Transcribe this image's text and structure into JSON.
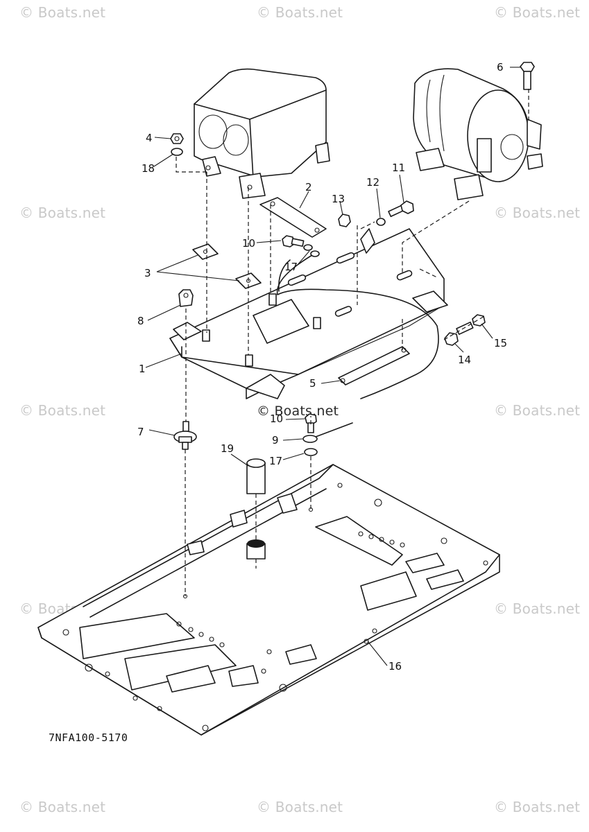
{
  "watermark": "© Boats.net",
  "diagram_code": "7NFA100-5170",
  "callouts": {
    "c1": "1",
    "c2": "2",
    "c3": "3",
    "c4": "4",
    "c5": "5",
    "c6": "6",
    "c7": "7",
    "c8": "8",
    "c9": "9",
    "c10a": "10",
    "c10b": "10",
    "c11": "11",
    "c12": "12",
    "c13": "13",
    "c14": "14",
    "c15": "15",
    "c16": "16",
    "c17a": "17",
    "c17b": "17",
    "c18": "18",
    "c19": "19"
  }
}
